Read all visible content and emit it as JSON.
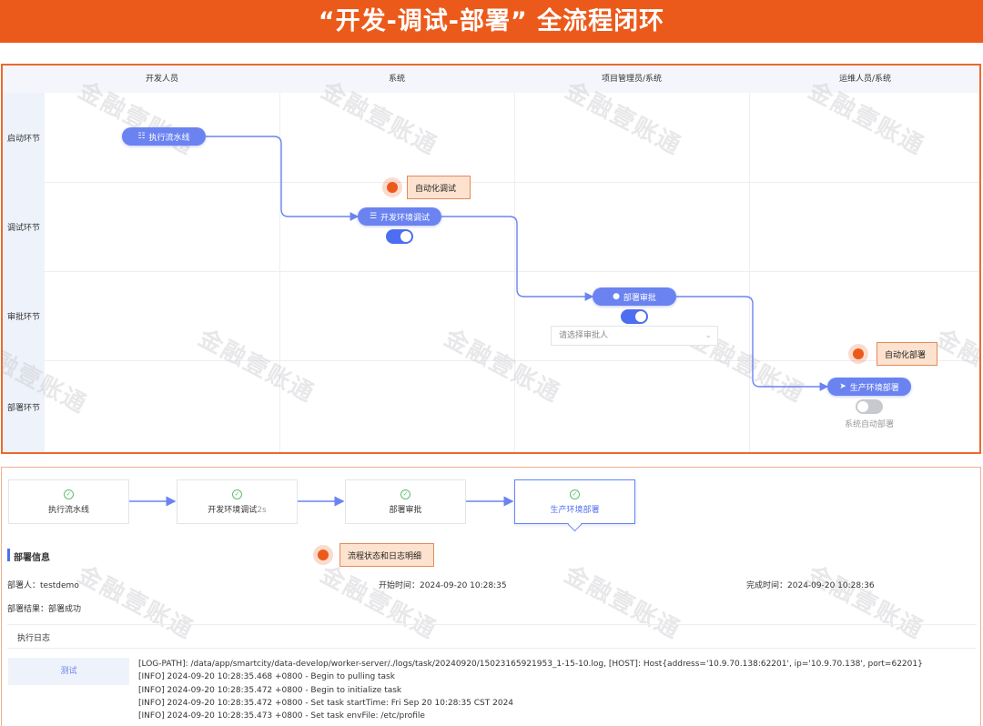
{
  "banner": {
    "title": "“开发-调试-部署” 全流程闭环"
  },
  "swimlane": {
    "columns": [
      "开发人员",
      "系统",
      "项目管理员/系统",
      "运维人员/系统"
    ],
    "rows": [
      "启动环节",
      "调试环节",
      "审批环节",
      "部署环节"
    ],
    "nodes": {
      "run_pipeline": "执行流水线",
      "dev_debug": "开发环境调试",
      "approval": "部署审批",
      "prod_deploy": "生产环境部署"
    },
    "callouts": {
      "auto_debug": "自动化调试",
      "auto_deploy": "自动化部署"
    },
    "approver_select": {
      "placeholder": "请选择审批人"
    },
    "auto_deploy_label": "系统自动部署",
    "toggles": {
      "dev_debug": true,
      "approval": true,
      "prod_deploy": false
    }
  },
  "watermark": "金融壹账通",
  "steps": [
    {
      "label": "执行流水线",
      "suffix": ""
    },
    {
      "label": "开发环境调试",
      "suffix": "2s"
    },
    {
      "label": "部署审批",
      "suffix": ""
    },
    {
      "label": "生产环境部署",
      "suffix": ""
    }
  ],
  "deploy_info": {
    "section_title": "部署信息",
    "callout": "流程状态和日志明细",
    "deployer_label": "部署人：",
    "deployer": "testdemo",
    "start_label": "开始时间：",
    "start_time": "2024-09-20 10:28:35",
    "end_label": "完成时间：",
    "end_time": "2024-09-20 10:28:36",
    "result_label": "部署结果：",
    "result": "部署成功",
    "log_title": "执行日志",
    "log_tab": "测试",
    "log_lines": [
      "[LOG-PATH]: /data/app/smartcity/data-develop/worker-server/./logs/task/20240920/15023165921953_1-15-10.log, [HOST]:  Host{address='10.9.70.138:62201', ip='10.9.70.138', port=62201}",
      "[INFO] 2024-09-20 10:28:35.468 +0800 - Begin to pulling task",
      "[INFO] 2024-09-20 10:28:35.472 +0800 - Begin to initialize task",
      "[INFO] 2024-09-20 10:28:35.472 +0800 - Set task startTime: Fri Sep 20 10:28:35 CST 2024",
      "[INFO] 2024-09-20 10:28:35.473 +0800 - Set task envFile: /etc/profile"
    ]
  },
  "colors": {
    "accent": "#ec5a1b",
    "primary": "#6b83f0",
    "success": "#5fbf6f"
  }
}
